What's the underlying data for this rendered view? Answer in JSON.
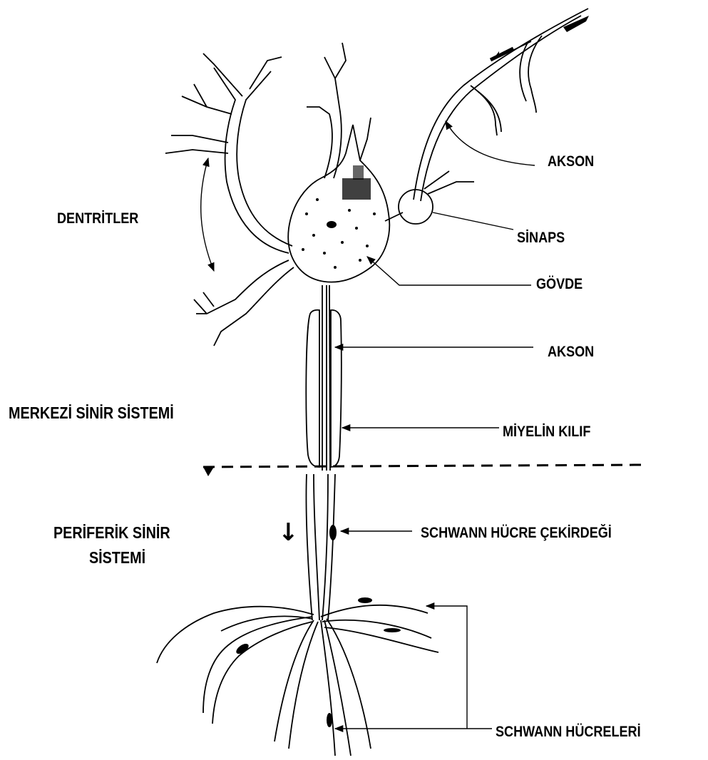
{
  "labels": {
    "akson_top": "AKSON",
    "dentritler": "DENTRİTLER",
    "sinaps": "SİNAPS",
    "govde": "GÖVDE",
    "akson_mid": "AKSON",
    "merkezi": "MERKEZİ SİNİR SİSTEMİ",
    "miyelin": "MİYELİN KILIF",
    "periferik_1": "PERİFERİK SİNİR",
    "periferik_2": "SİSTEMİ",
    "schwann_nucleus": "SCHWANN HÜCRE ÇEKİRDEĞİ",
    "schwann_cells": "SCHWANN HÜCRELERİ",
    "down_arrow": "↓"
  },
  "colors": {
    "ink": "#000000",
    "background": "#ffffff"
  }
}
